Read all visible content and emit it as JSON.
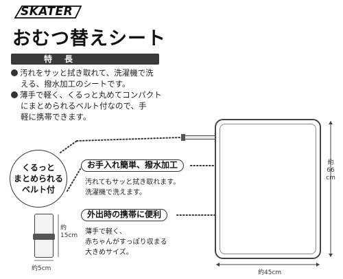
{
  "brand": {
    "name": "SKATER"
  },
  "product": {
    "title": "おむつ替えシート"
  },
  "section": {
    "label": "特　長"
  },
  "features": [
    {
      "line1": "汚れをサッと拭き取れて、洗濯機で洗",
      "line2": "える、撥水加工のシートです。"
    },
    {
      "line1": "薄手で軽く、くるっと丸めてコンパクト",
      "line2": "にまとめられるベルト付なので、手",
      "line3": "軽に携帯できます。"
    }
  ],
  "badge": {
    "line1": "くるっと",
    "line2": "まとめられる",
    "line3": "ベルト付"
  },
  "callouts": [
    {
      "heading": "お手入れ簡単、撥水加工",
      "lines": [
        "汚れてもサッと拭き取れます。",
        "洗濯機で洗えます。"
      ]
    },
    {
      "heading": "外出時の携帯に便利",
      "lines": [
        "薄手で軽く、",
        "赤ちゃんがすっぽり収まる",
        "大きめサイズ。"
      ]
    }
  ],
  "dimensions": {
    "roll_height": [
      "約",
      "15cm"
    ],
    "roll_width": "約5cm",
    "mat_width": "約45cm",
    "mat_height": [
      "約",
      "66",
      "cm"
    ]
  }
}
